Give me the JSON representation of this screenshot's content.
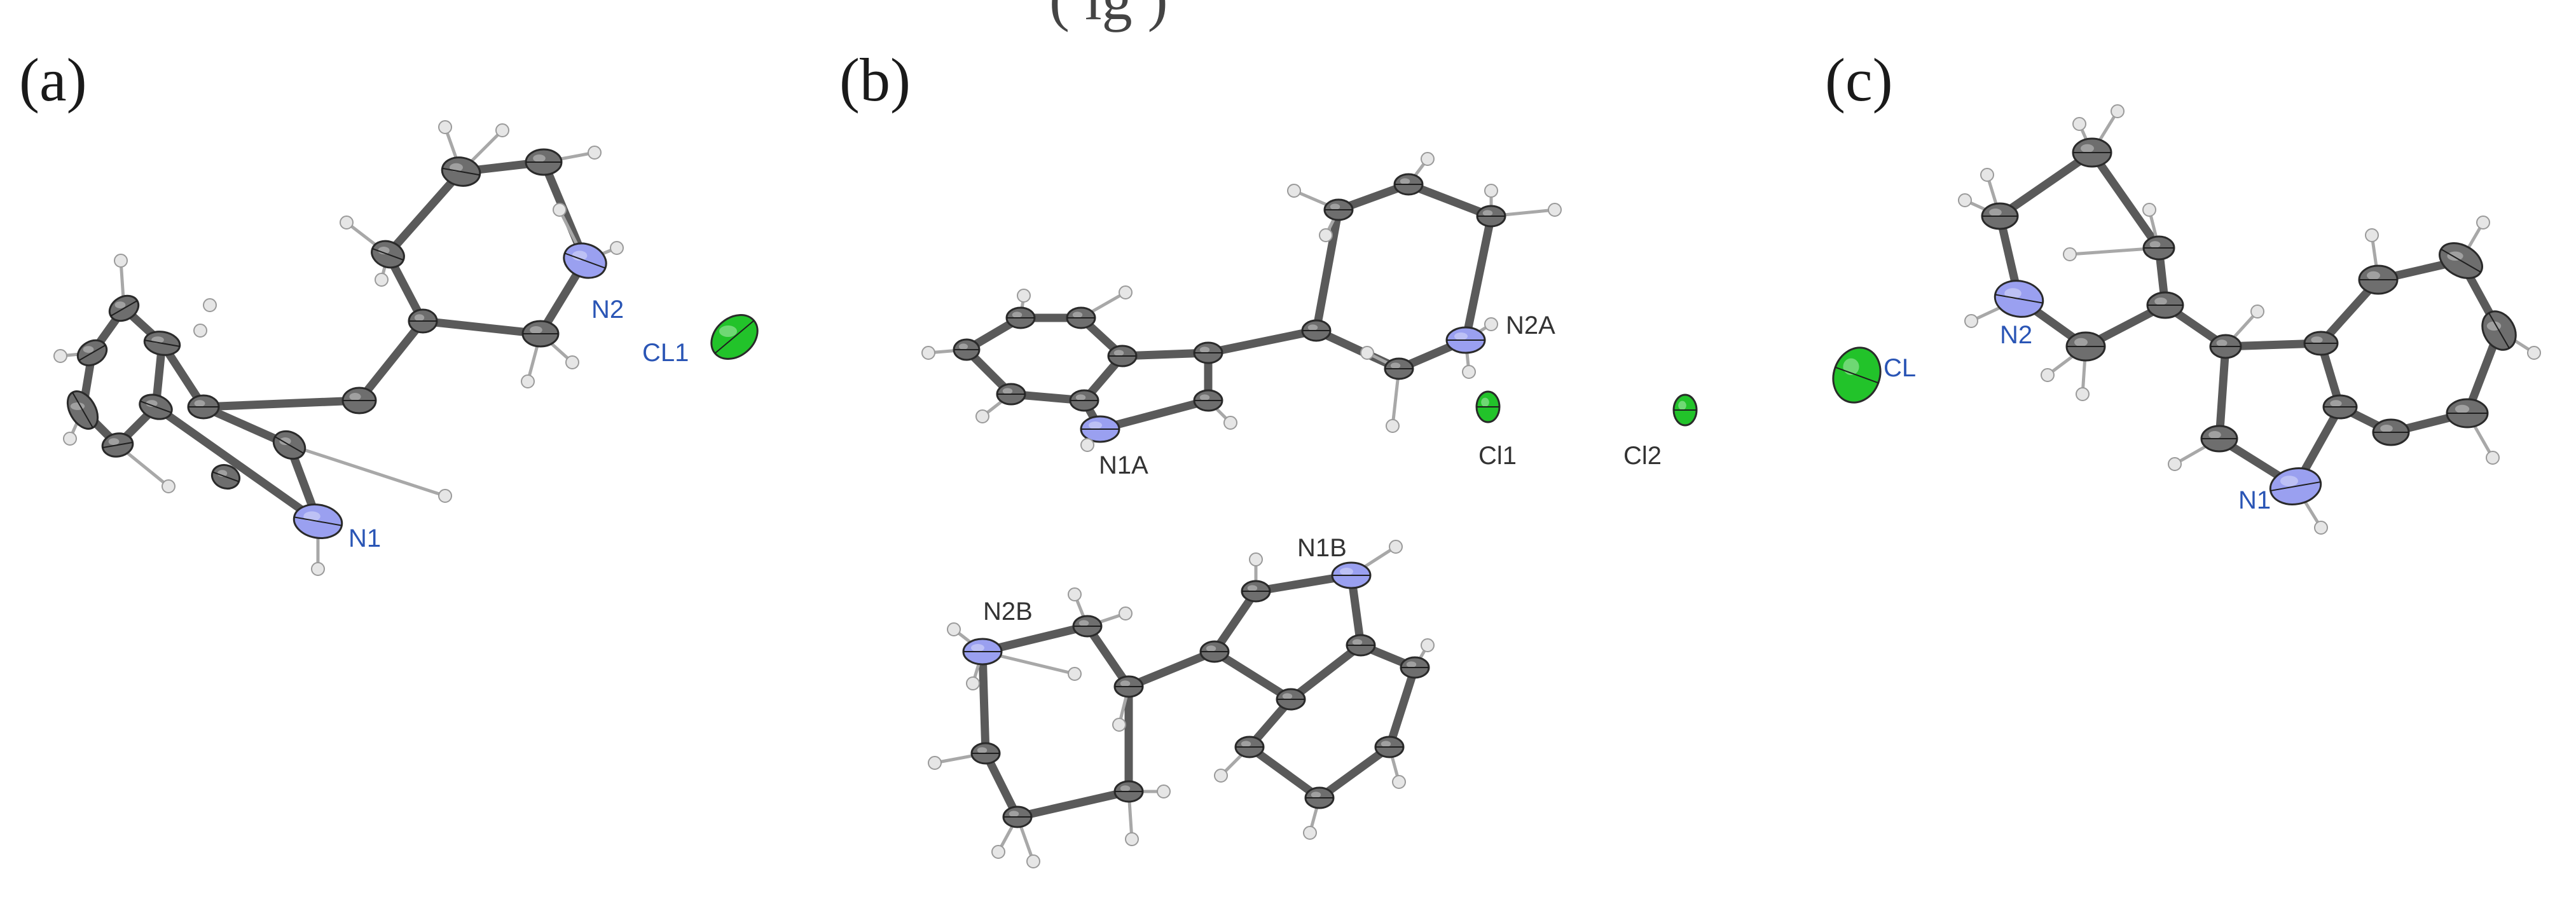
{
  "figure": {
    "cropped_title": "( ig   )",
    "panels": [
      {
        "id": "a",
        "label": "(a)",
        "atom_labels": [
          "N1",
          "N2",
          "CL1"
        ]
      },
      {
        "id": "b",
        "label": "(b)",
        "atom_labels": [
          "N1A",
          "N2A",
          "Cl1",
          "Cl2",
          "N1B",
          "N2B"
        ]
      },
      {
        "id": "c",
        "label": "(c)",
        "atom_labels": [
          "N1",
          "N2",
          "CL"
        ]
      }
    ]
  },
  "colors": {
    "carbon": "#6e6e6e",
    "bond": "#5a5a5a",
    "hydrogen": "#e6e6e6",
    "nitrogen": "#9aa0f0",
    "chlorine": "#22c32a",
    "label_blue": "#2a55b5",
    "label_dark": "#333333"
  }
}
